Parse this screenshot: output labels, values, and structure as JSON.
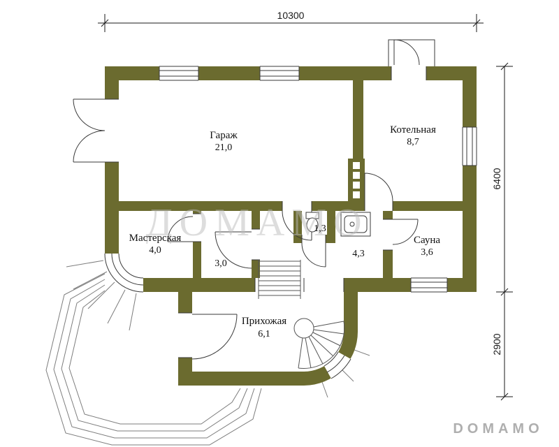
{
  "watermarks": {
    "center": "ДОМАМО",
    "bottom_right": "DOMAMO"
  },
  "dimensions": {
    "overall_width_mm": "10300",
    "main_depth_mm": "6400",
    "entry_depth_mm": "2900"
  },
  "rooms": {
    "garage": {
      "name": "Гараж",
      "area": "21,0"
    },
    "boiler_room": {
      "name": "Котельная",
      "area": "8,7"
    },
    "workshop": {
      "name": "Мастерская",
      "area": "4,0"
    },
    "storage": {
      "area": "3,0"
    },
    "wc": {
      "area": "1,3"
    },
    "hall": {
      "area": "4,3"
    },
    "sauna": {
      "name": "Сауна",
      "area": "3,6"
    },
    "entry_hall": {
      "name": "Прихожая",
      "area": "6,1"
    }
  },
  "colors": {
    "wall": "#6b6b2f",
    "drawing_line": "#3a3a3a",
    "porch_line": "#7d7d7d",
    "stair_line": "#555555",
    "watermark_center": "#bcbcbc",
    "watermark_corner": "#9c9c9c",
    "background": "#ffffff"
  }
}
